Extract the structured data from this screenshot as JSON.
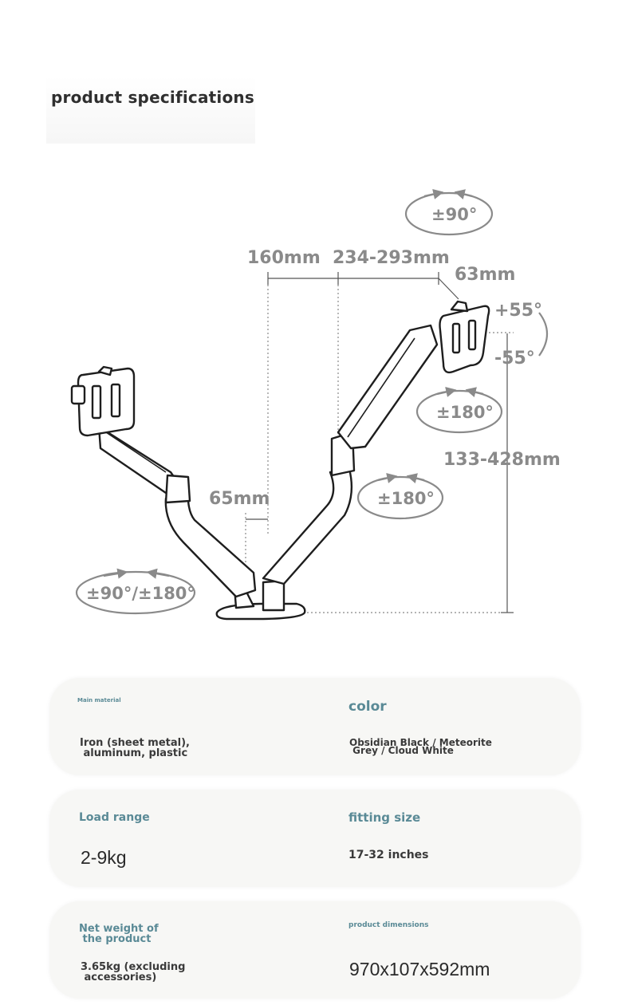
{
  "header": {
    "title": "product specifications"
  },
  "diagram": {
    "rot_top": "±90°",
    "width_a": "160mm",
    "width_b": "234-293mm",
    "depth": "63mm",
    "tilt_up": "+55°",
    "tilt_down": "-55°",
    "rot_plate": "±180°",
    "height": "133-428mm",
    "rot_arm": "±180°",
    "pole": "65mm",
    "rot_base": "±90°/±180°"
  },
  "specs": [
    {
      "label": "Main material",
      "value": "Iron (sheet metal),\n aluminum, plastic"
    },
    {
      "label": "color",
      "value": "Obsidian Black / Meteorite\n Grey / Cloud White"
    },
    {
      "label": "Load range",
      "value": "2-9kg"
    },
    {
      "label": "fitting size",
      "value": "17-32 inches"
    },
    {
      "label": "Net weight of\n the product",
      "value": "3.65kg (excluding\n accessories)"
    },
    {
      "label": "product dimensions",
      "value": "970x107x592mm"
    }
  ],
  "colors": {
    "label": "#5a8a96",
    "dimension": "#8a8a8a",
    "card": "#f7f7f5"
  }
}
